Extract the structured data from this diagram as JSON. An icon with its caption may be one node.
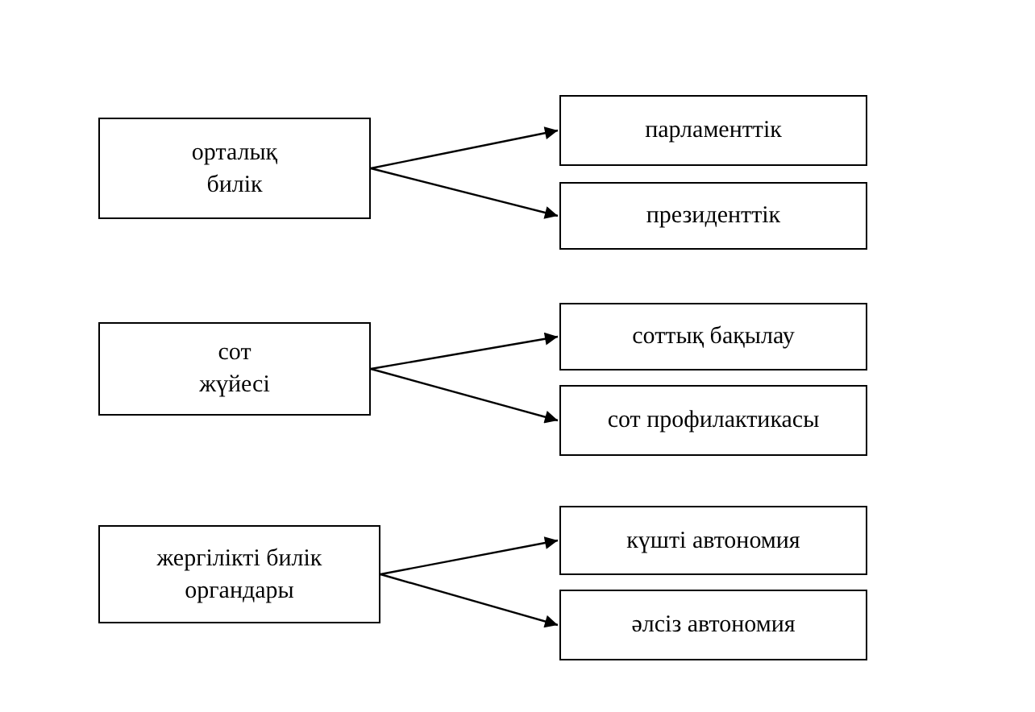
{
  "diagram": {
    "nodes": [
      {
        "text": [
          "орталық билік"
        ]
      },
      {
        "text": [
          "парламенттік"
        ]
      },
      {
        "text": [
          "президенттік"
        ]
      },
      {
        "text": [
          "сот жүйесі"
        ]
      },
      {
        "text": [
          "соттық бақылау"
        ]
      },
      {
        "text": [
          "сот профилактикасы"
        ]
      },
      {
        "text": [
          "жергілікті билік органдары"
        ]
      },
      {
        "text": [
          "күшті автономия"
        ]
      },
      {
        "text": [
          "әлсіз автономия"
        ]
      }
    ],
    "edges": [
      {
        "from": 0,
        "to": 1,
        "arrow": "to"
      },
      {
        "from": 0,
        "to": 2,
        "arrow": "to"
      },
      {
        "from": 3,
        "to": 4,
        "arrow": "to"
      },
      {
        "from": 3,
        "to": 5,
        "arrow": "to"
      },
      {
        "from": 6,
        "to": 7,
        "arrow": "to"
      },
      {
        "from": 6,
        "to": 8,
        "arrow": "to"
      }
    ]
  }
}
